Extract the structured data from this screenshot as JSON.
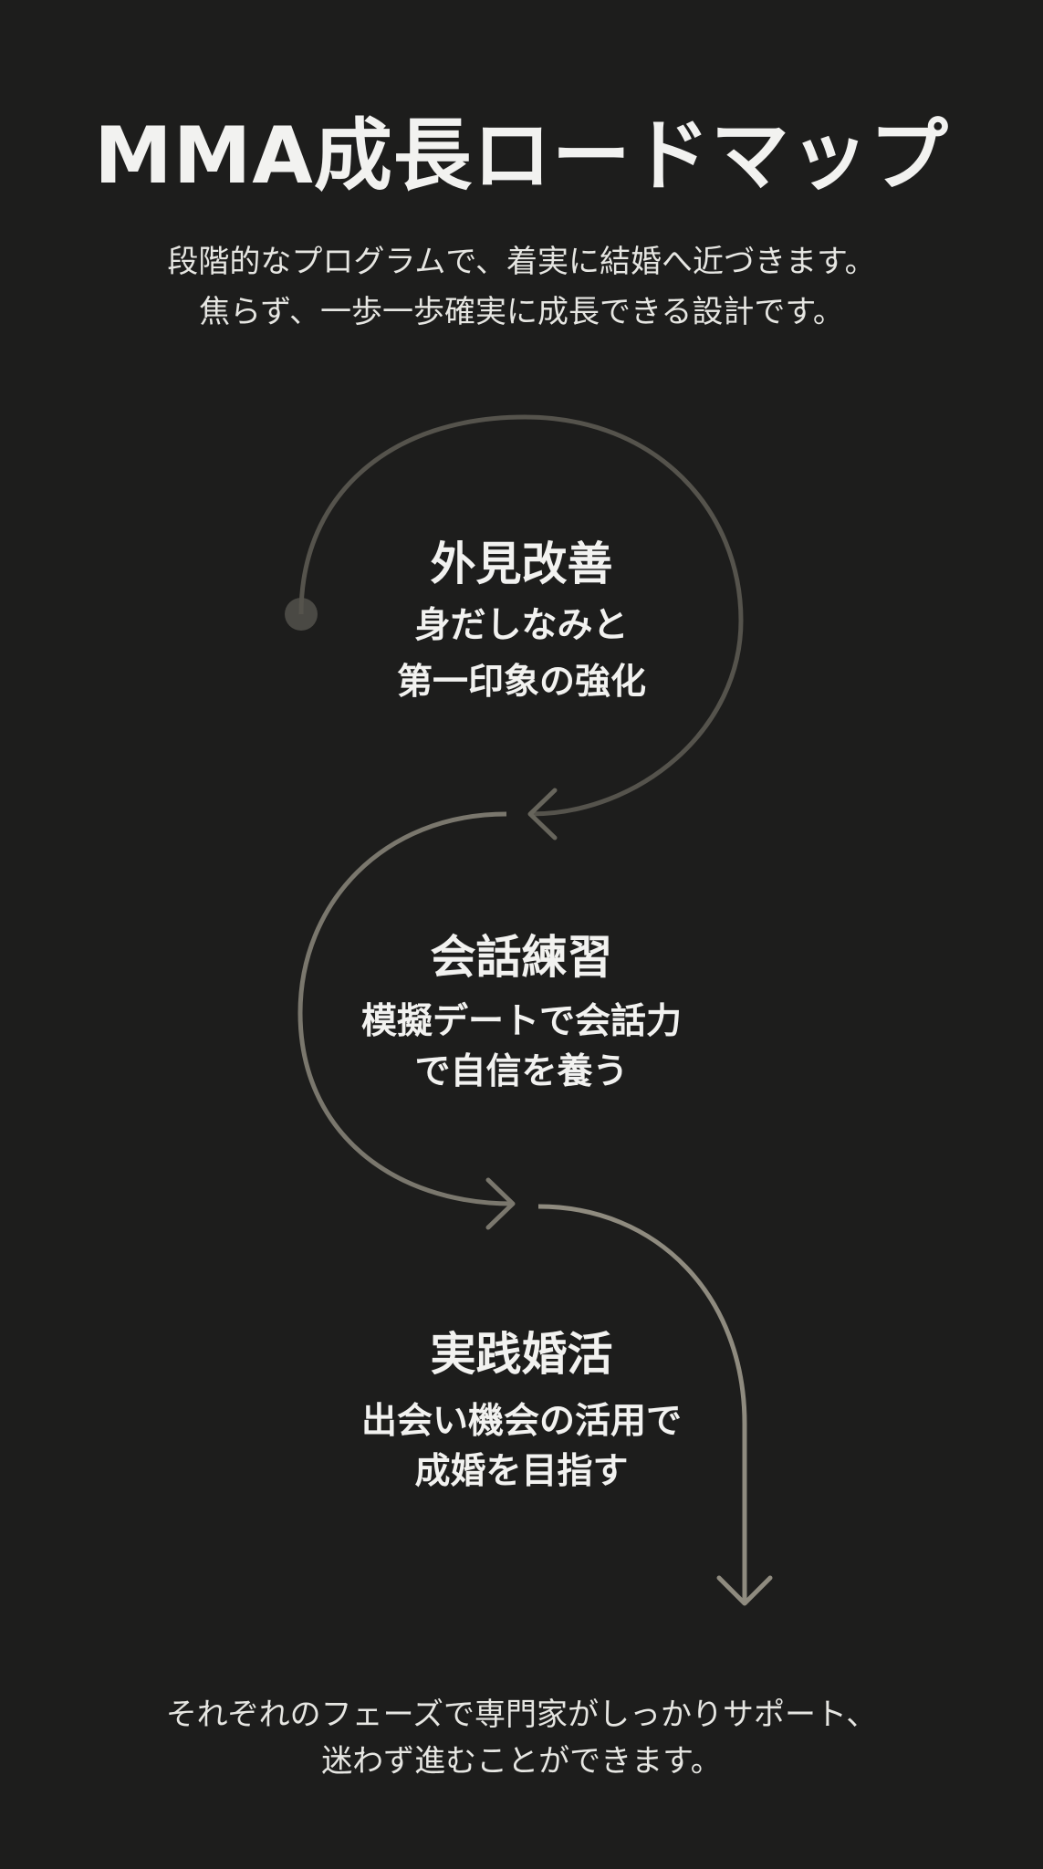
{
  "title": "MMA成長ロードマップ",
  "intro": [
    "段階的なプログラムで、着実に結婚へ近づきます。",
    "焦らず、一歩一歩確実に成長できる設計です。"
  ],
  "steps": [
    {
      "heading": "外見改善",
      "lines": [
        "身だしなみと",
        "第一印象の強化"
      ]
    },
    {
      "heading": "会話練習",
      "lines": [
        "模擬デートで会話力",
        "で自信を養う"
      ]
    },
    {
      "heading": "実践婚活",
      "lines": [
        "出会い機会の活用で",
        "成婚を目指す"
      ]
    }
  ],
  "footer": [
    "それぞれのフェーズで専門家がしっかりサポート、",
    "迷わず進むことができます。"
  ],
  "colors": {
    "background": "#1d1d1c",
    "path_dark": "#55534c",
    "path_mid": "#7a776d",
    "path_light": "#8f8b7f"
  }
}
